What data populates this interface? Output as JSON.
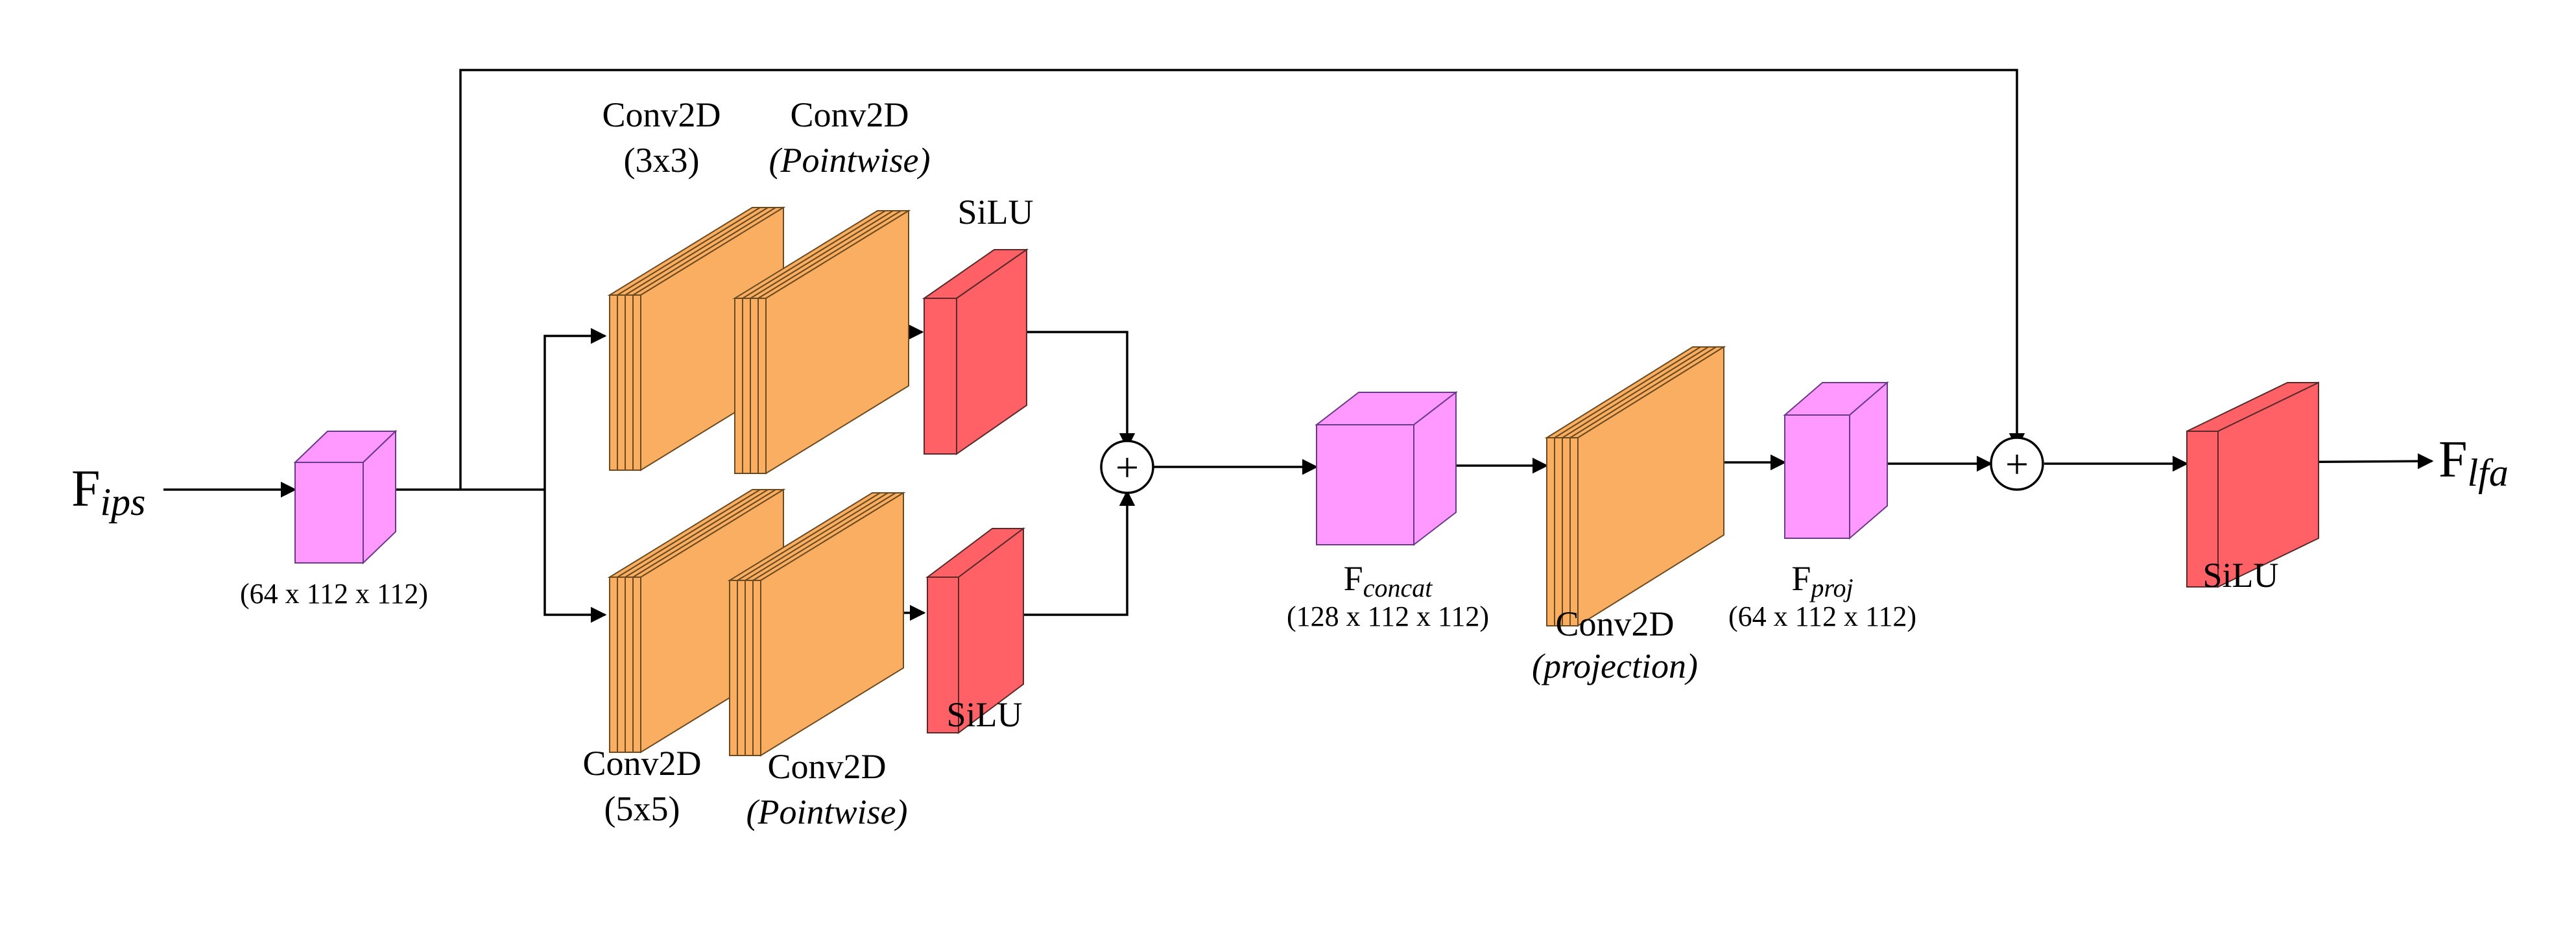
{
  "colors": {
    "feature_map": "#ff99ff",
    "conv": "#f9ae62",
    "activation": "#ff6166",
    "line": "#000000"
  },
  "input": {
    "base": "F",
    "sub": "ips",
    "dims": "(64 x 112 x 112)"
  },
  "branch_top": {
    "conv_a": {
      "line1": "Conv2D",
      "line2": "(3x3)"
    },
    "conv_b": {
      "line1": "Conv2D",
      "line2": "(Pointwise)"
    },
    "act": "SiLU"
  },
  "branch_bottom": {
    "conv_a": {
      "line1": "Conv2D",
      "line2": "(5x5)"
    },
    "conv_b": {
      "line1": "Conv2D",
      "line2": "(Pointwise)"
    },
    "act": "SiLU"
  },
  "concat": {
    "base": "F",
    "sub": "concat",
    "dims": "(128 x 112 x 112)"
  },
  "projection": {
    "line1": "Conv2D",
    "line2": "(projection)"
  },
  "proj": {
    "base": "F",
    "sub": "proj",
    "dims": "(64 x 112 x 112)"
  },
  "final_act": "SiLU",
  "output": {
    "base": "F",
    "sub": "lfa"
  },
  "plus_symbol": "+"
}
